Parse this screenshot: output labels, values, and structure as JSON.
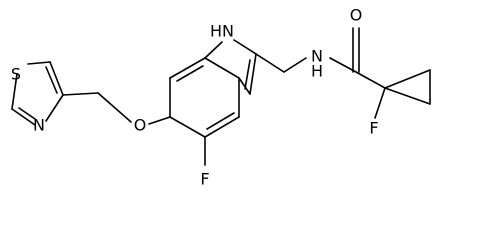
{
  "molecule": {
    "atom_labels": {
      "thiazole_s": "S",
      "thiazole_n": "N",
      "ether_o": "O",
      "indole_nh": "H",
      "indole_n": "N",
      "amide_nh": "H",
      "amide_n": "N",
      "carbonyl_o": "O",
      "ring_f": "F",
      "cyclopropyl_f": "F"
    },
    "colors": {
      "bonds": "#000000",
      "labels": "#000000",
      "background": "#ffffff"
    }
  }
}
